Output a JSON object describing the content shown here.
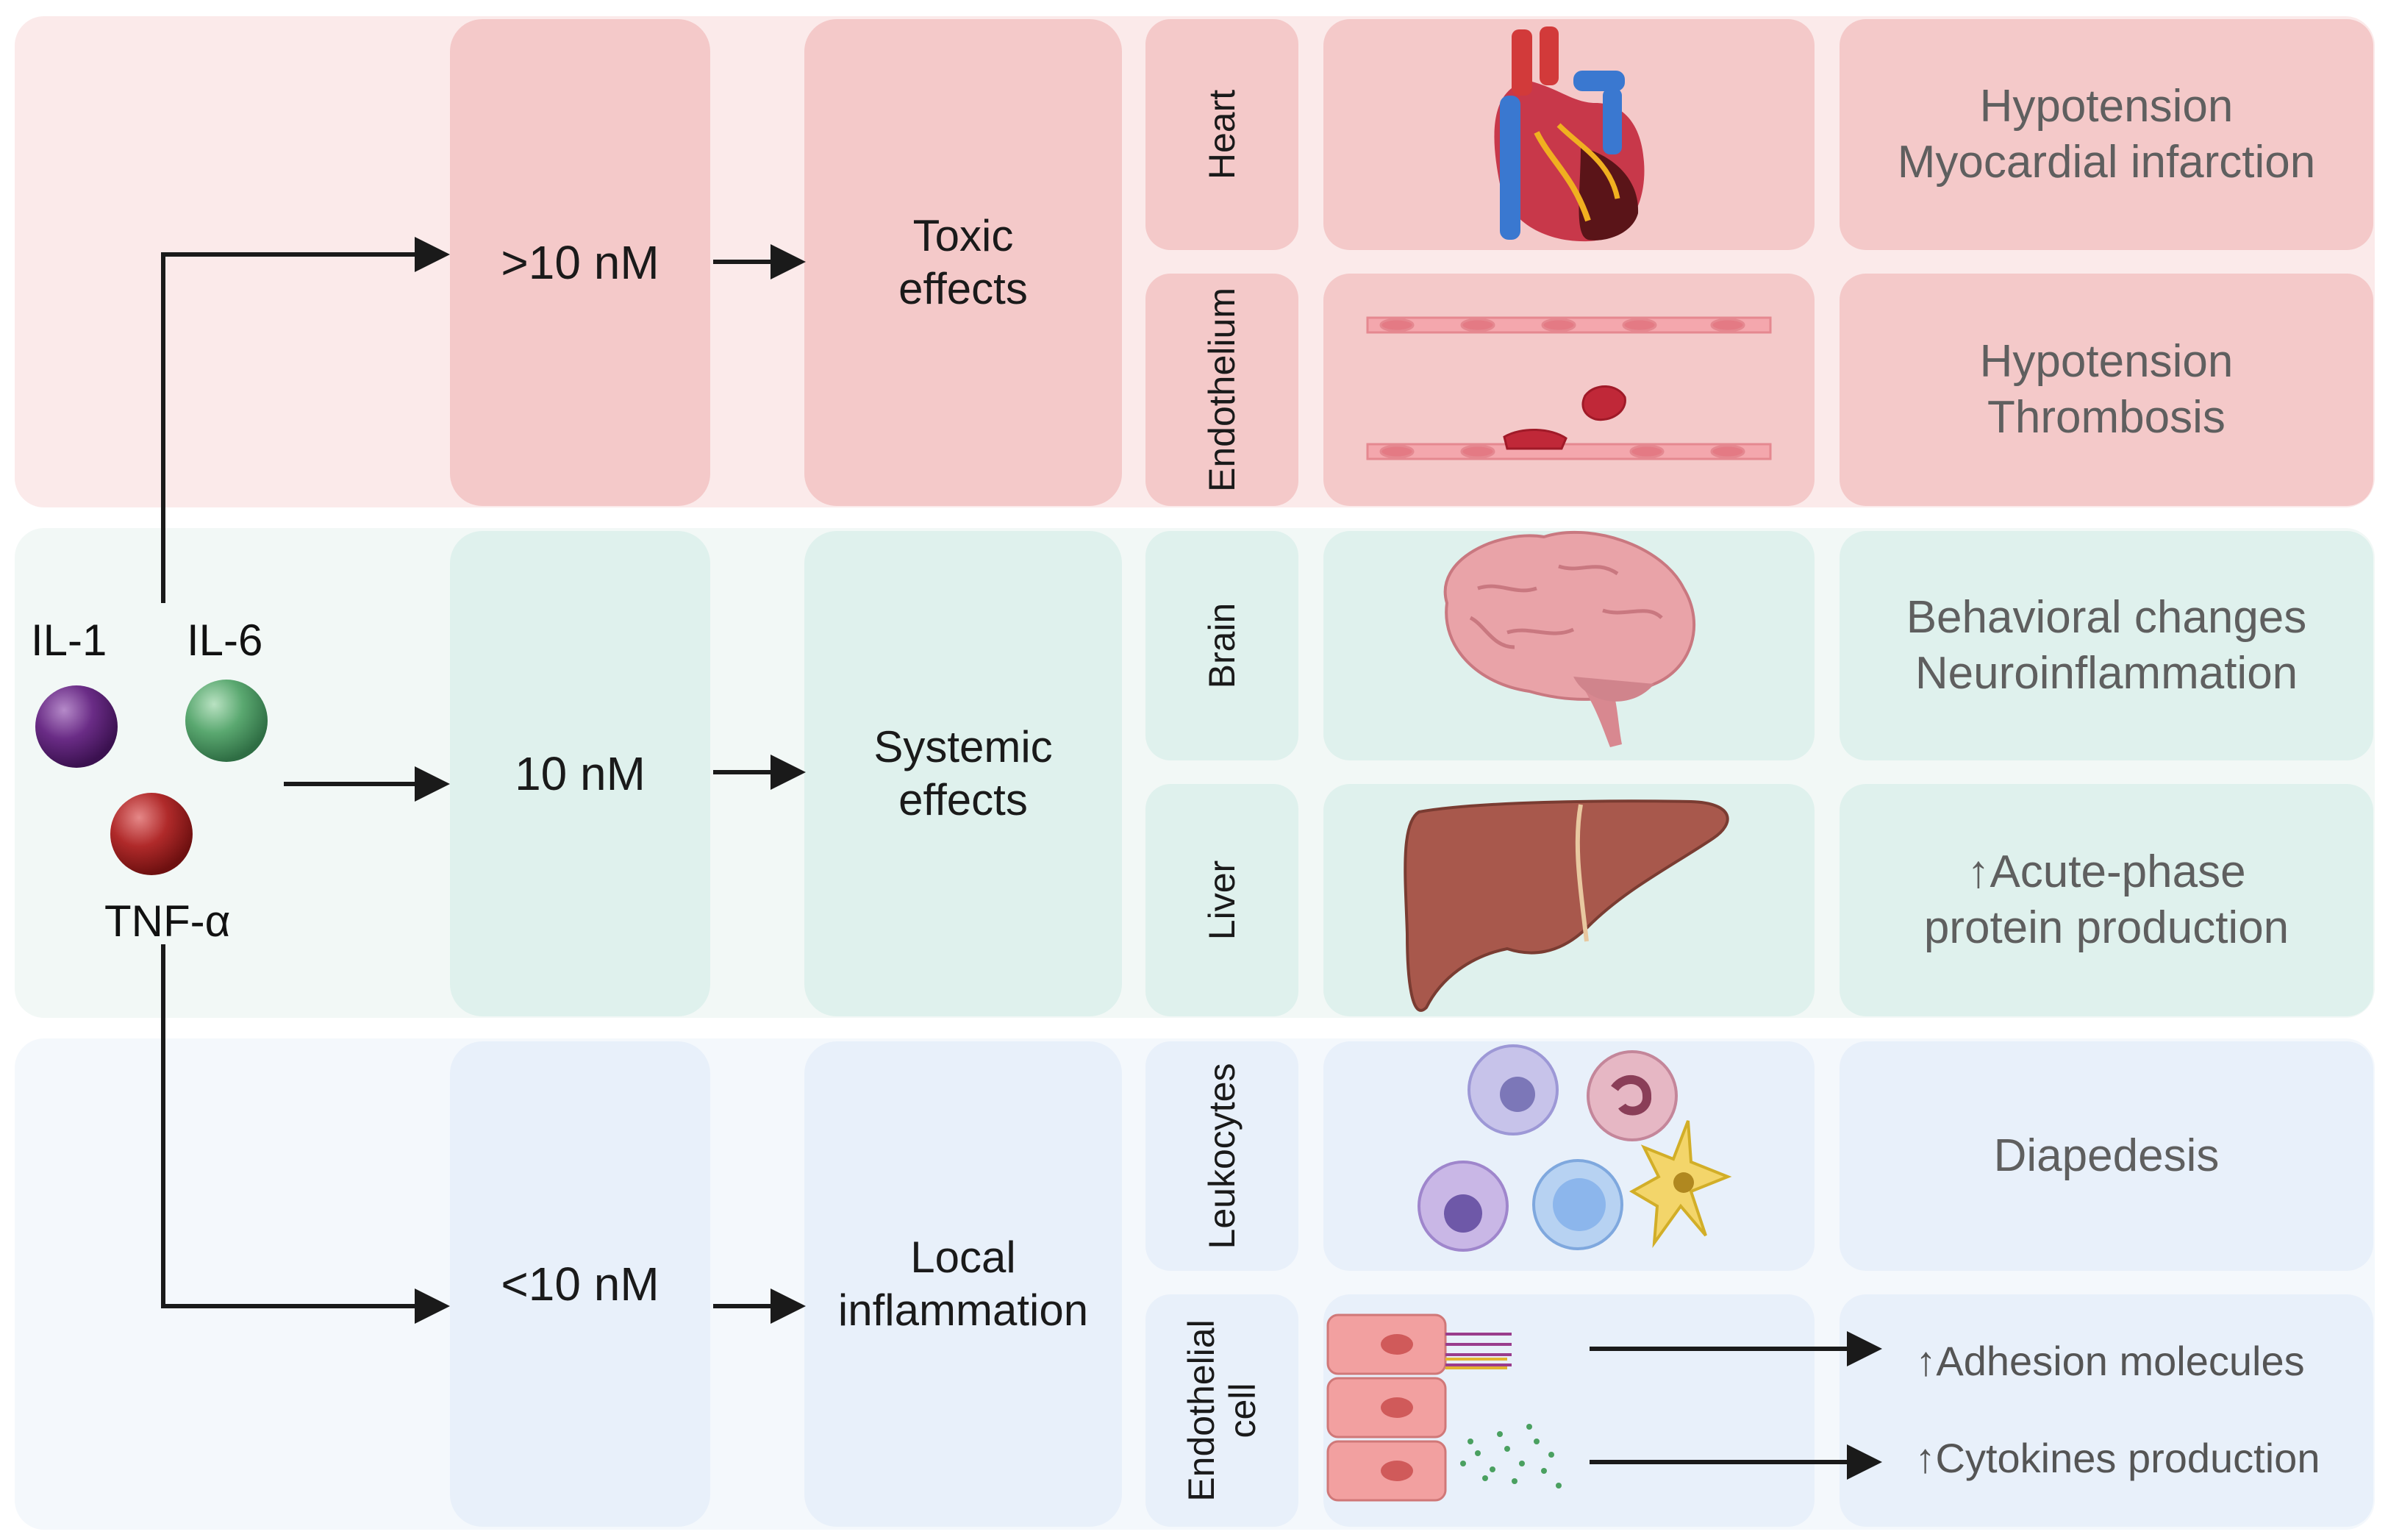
{
  "cytokines": {
    "il1": "IL-1",
    "il6": "IL-6",
    "tnf": "TNF-α"
  },
  "rows": [
    {
      "concentration": ">10 nM",
      "effect": "Toxic\neffects",
      "organs": [
        {
          "name": "Heart",
          "outcome": "Hypotension\nMyocardial infarction"
        },
        {
          "name": "Endothelium",
          "outcome": "Hypotension\nThrombosis"
        }
      ]
    },
    {
      "concentration": "10 nM",
      "effect": "Systemic\neffects",
      "organs": [
        {
          "name": "Brain",
          "outcome": "Behavioral changes\nNeuroinflammation"
        },
        {
          "name": "Liver",
          "outcome": "↑Acute-phase\nprotein production"
        }
      ]
    },
    {
      "concentration": "<10 nM",
      "effect": "Local\ninflammation",
      "organs": [
        {
          "name": "Leukocytes",
          "outcome": "Diapedesis"
        },
        {
          "name": "Endothelial\ncell",
          "outcomes": [
            "↑Adhesion molecules",
            "↑Cytokines production"
          ]
        }
      ]
    }
  ],
  "colors": {
    "toxic_band": "#fbeaea",
    "toxic_box": "#f4c9c9",
    "systemic_band": "#f2f8f6",
    "systemic_box": "#dff1ed",
    "local_band": "#f4f8fc",
    "local_box": "#e8f0fa",
    "arrow": "#1a1a1a",
    "il1": "#6a2c86",
    "il6": "#5aa870",
    "tnf": "#b02a2a"
  }
}
